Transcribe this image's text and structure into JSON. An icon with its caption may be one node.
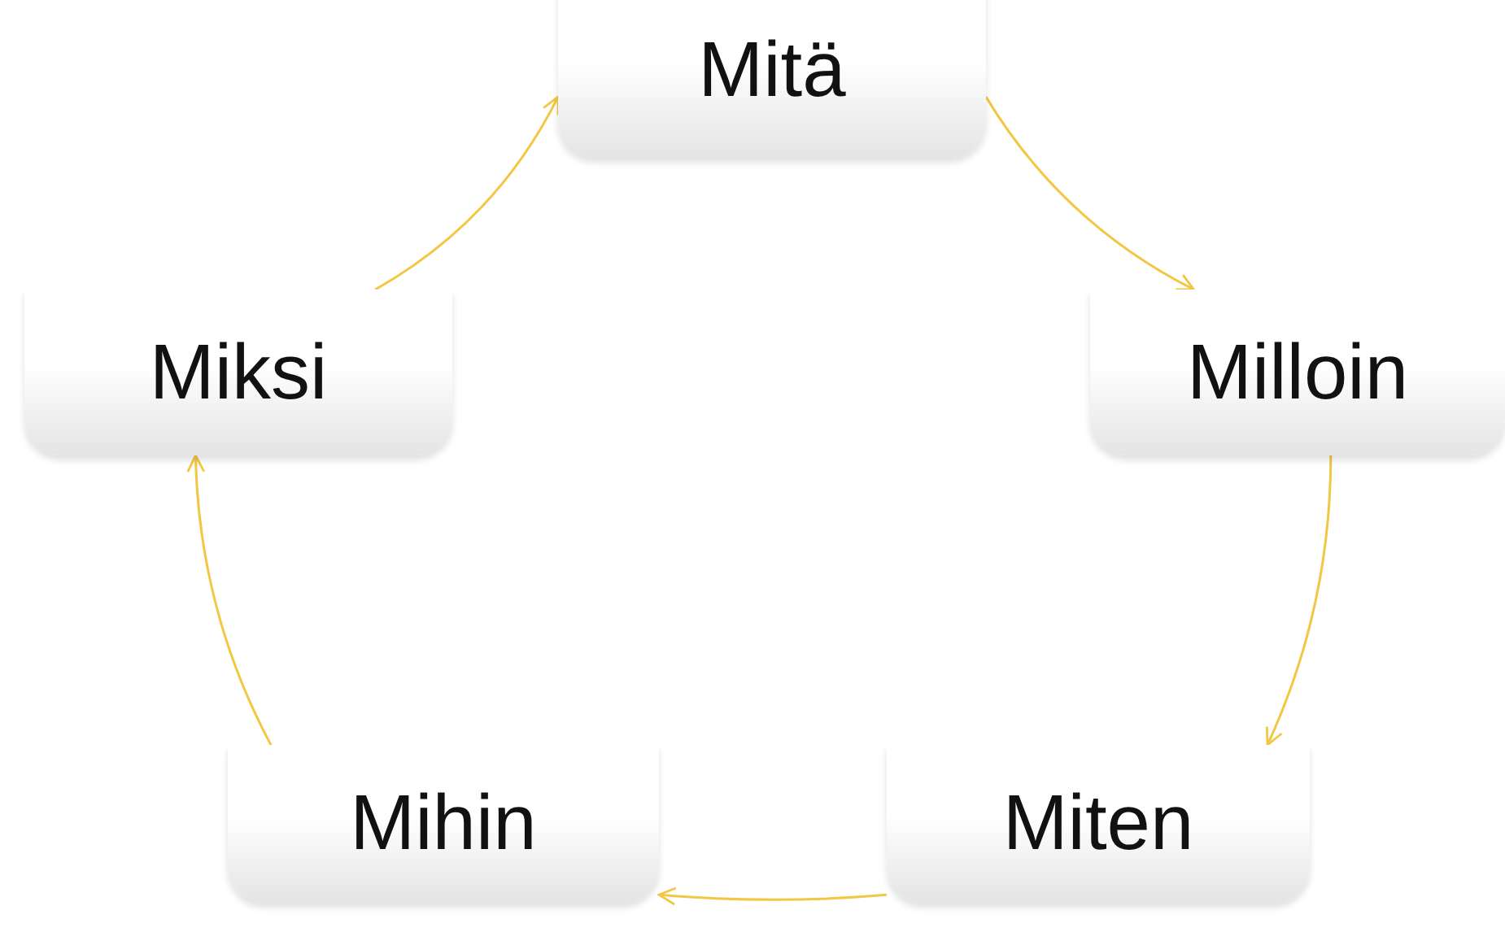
{
  "diagram": {
    "nodes": [
      {
        "text": [
          "Mitä"
        ]
      },
      {
        "text": [
          "Milloin"
        ]
      },
      {
        "text": [
          "Miten"
        ]
      },
      {
        "text": [
          "Mihin"
        ]
      },
      {
        "text": [
          "Miksi"
        ]
      }
    ],
    "edges": [
      {
        "from": 0,
        "to": 1,
        "arrow": "to"
      },
      {
        "from": 1,
        "to": 2,
        "arrow": "to"
      },
      {
        "from": 2,
        "to": 3,
        "arrow": "to"
      },
      {
        "from": 3,
        "to": 4,
        "arrow": "to"
      },
      {
        "from": 4,
        "to": 0,
        "arrow": "to"
      }
    ]
  }
}
